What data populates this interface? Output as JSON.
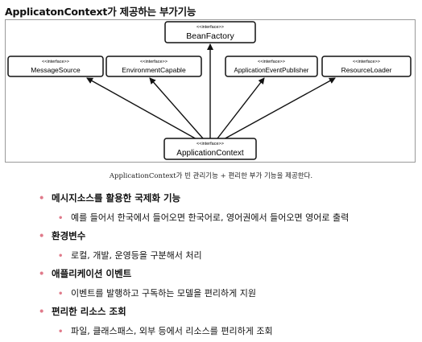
{
  "title": "ApplicatonContext가 제공하는 부가기능",
  "diagram": {
    "stereotype": "<<interface>>",
    "top_box": "BeanFactory",
    "middle_boxes": [
      "MessageSource",
      "EnvironmentCapable",
      "ApplicationEventPublisher",
      "ResourceLoader"
    ],
    "bottom_box": "ApplicationContext",
    "caption": "ApplicationContext가 빈 관리기능 + 편리한 부가 기능을 제공한다."
  },
  "features": [
    {
      "heading": "메시지소스를 활용한 국제화 기능",
      "detail": "예를 들어서 한국에서 들어오면 한국어로, 영어권에서 들어오면 영어로 출력"
    },
    {
      "heading": "환경변수",
      "detail": "로컬, 개발, 운영등을 구분해서 처리"
    },
    {
      "heading": "애플리케이션 이벤트",
      "detail": "이벤트를 발행하고 구독하는 모델을 편리하게 지원"
    },
    {
      "heading": "편리한 리소스 조회",
      "detail": "파일, 클래스패스, 외부 등에서 리소스를 편리하게 조회"
    }
  ]
}
